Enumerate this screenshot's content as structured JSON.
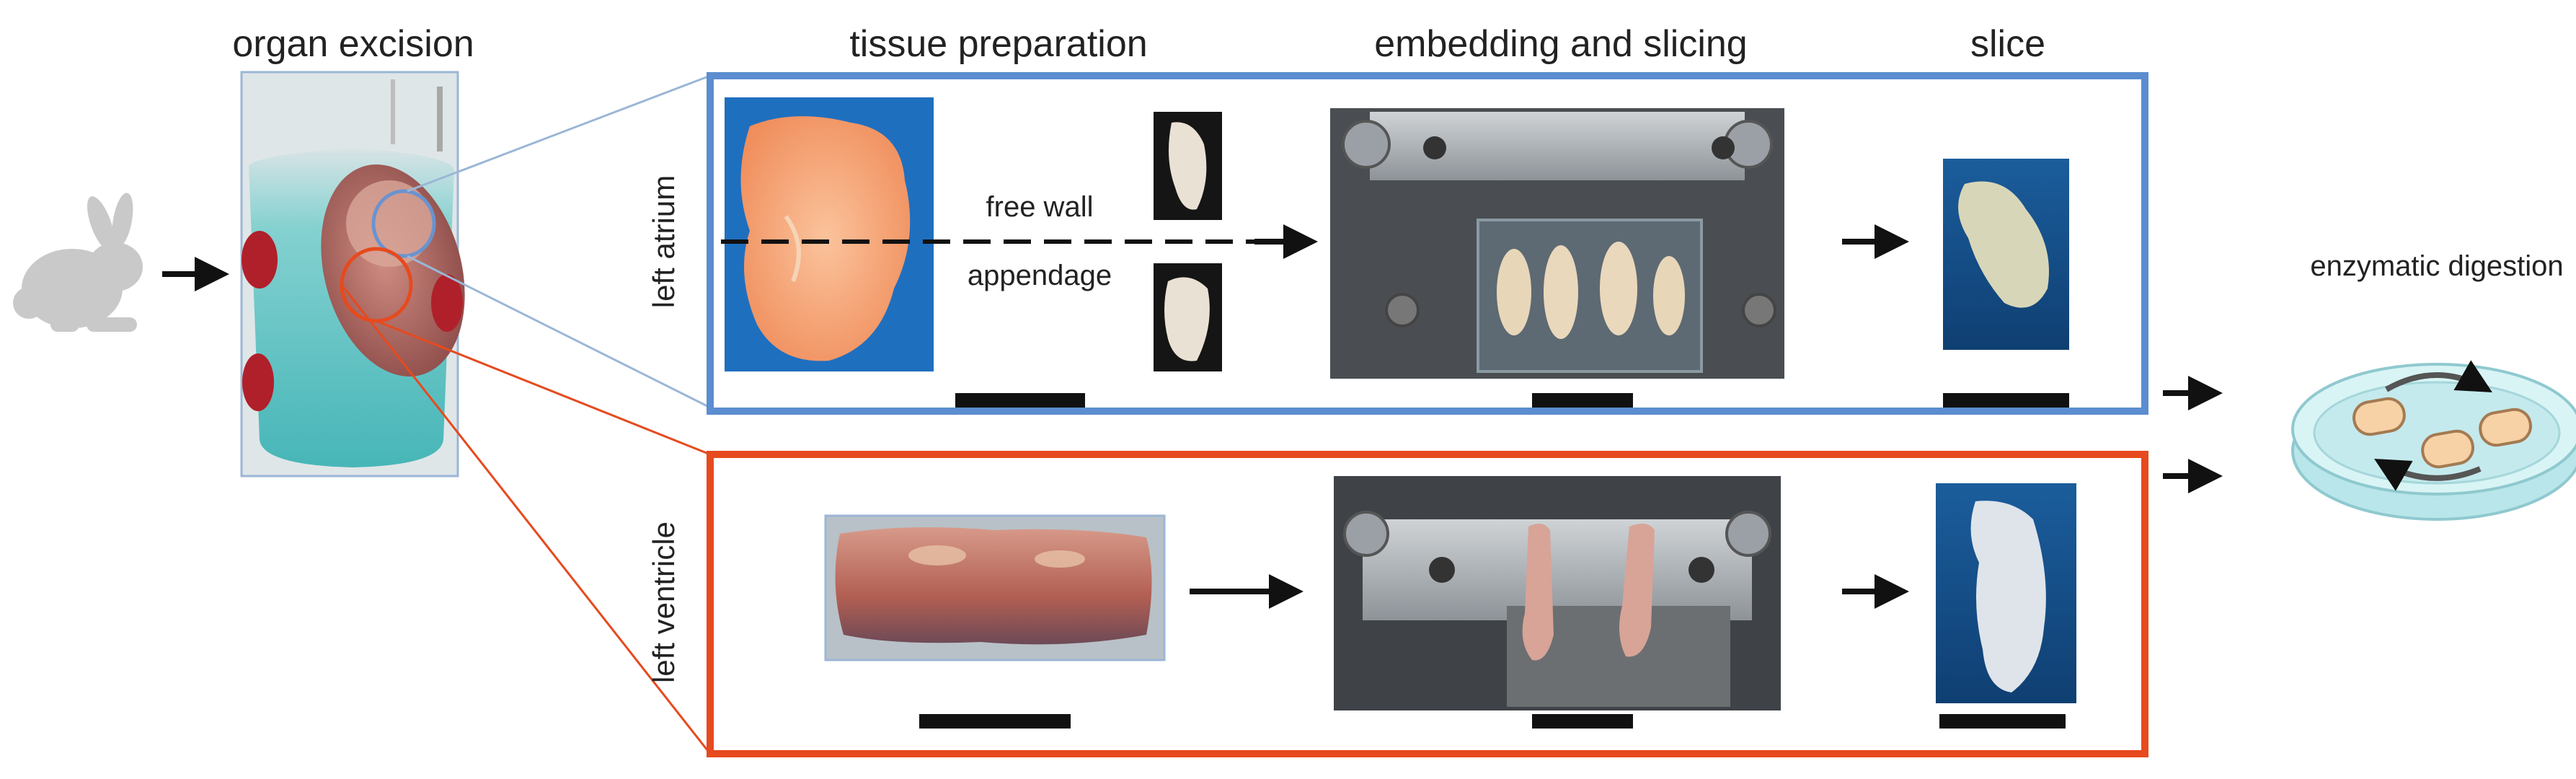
{
  "headers": {
    "organ_excision": "organ excision",
    "tissue_preparation": "tissue preparation",
    "embedding_and_slicing": "embedding and slicing",
    "slice": "slice",
    "enzymatic_digestion": "enzymatic digestion"
  },
  "rows": {
    "left_atrium": {
      "label": "left atrium",
      "free_wall": "free wall",
      "appendage": "appendage",
      "color": "#5B8DD0"
    },
    "left_ventricle": {
      "label": "left ventricle",
      "color": "#E64A1E"
    }
  },
  "icons": {
    "animal": "rabbit-icon",
    "dish": "petri-dish-icon"
  },
  "colors": {
    "atrium_frame": "#5B8DD0",
    "ventricle_frame": "#E64A1E",
    "tissue_atrium": "#F4A57A",
    "tissue_ventricle": "#B7625A",
    "dish": "#CDEFF0",
    "cell": "#F7D2A6"
  }
}
